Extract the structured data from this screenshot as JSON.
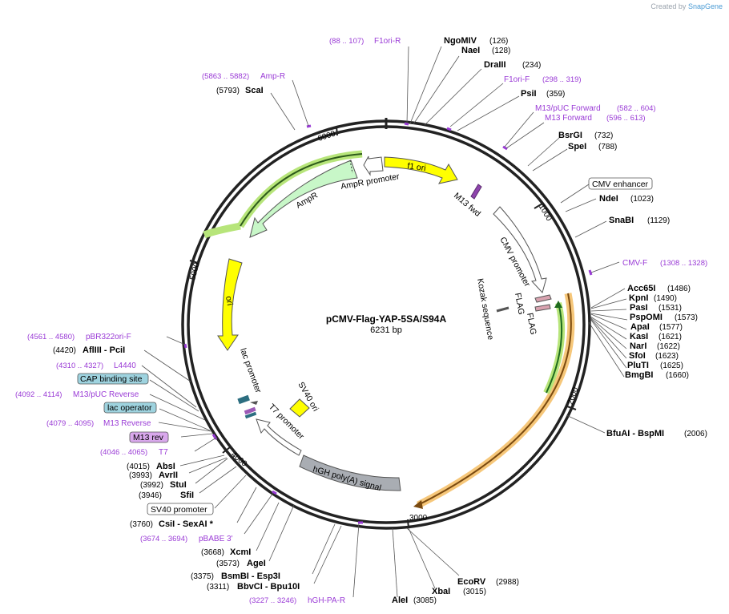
{
  "app": {
    "credit_prefix": "Created by",
    "credit_brand": "SnapGene"
  },
  "plasmid": {
    "name": "pCMV-Flag-YAP-5SA/S94A",
    "size_label": "6231 bp"
  },
  "ticks": [
    "1000",
    "2000",
    "3000",
    "4000",
    "5000",
    "6000"
  ],
  "features": {
    "f1_ori": "f1 ori",
    "m13_fwd": "M13 fwd",
    "cmv_promoter": "CMV promoter",
    "kozak": "Kozak sequence",
    "flag1": "FLAG",
    "flag2": "FLAG",
    "hgh": "hGH poly(A) signal",
    "sv40_ori": "SV40 ori",
    "t7_promoter": "T7 promoter",
    "lac_promoter": "lac promoter",
    "ori": "ori",
    "ampr": "AmpR",
    "ampr_promoter": "AmpR promoter"
  },
  "labels": {
    "f1ori_r": {
      "name": "F1ori-R",
      "range": "(88 .. 107)"
    },
    "ngomiv": {
      "name": "NgoMIV",
      "pos": "(126)"
    },
    "naei": {
      "name": "NaeI",
      "pos": "(128)"
    },
    "draiii": {
      "name": "DraIII",
      "pos": "(234)"
    },
    "f1ori_f": {
      "name": "F1ori-F",
      "range": "(298 .. 319)"
    },
    "psii": {
      "name": "PsiI",
      "pos": "(359)"
    },
    "m13puc_fwd": {
      "name": "M13/pUC Forward",
      "range": "(582 .. 604)"
    },
    "m13_forward": {
      "name": "M13 Forward",
      "range": "(596 .. 613)"
    },
    "bsrgi": {
      "name": "BsrGI",
      "pos": "(732)"
    },
    "spei": {
      "name": "SpeI",
      "pos": "(788)"
    },
    "cmv_enhancer": {
      "name": "CMV enhancer"
    },
    "ndei": {
      "name": "NdeI",
      "pos": "(1023)"
    },
    "snabi": {
      "name": "SnaBI",
      "pos": "(1129)"
    },
    "cmv_f": {
      "name": "CMV-F",
      "range": "(1308 .. 1328)"
    },
    "acc65i": {
      "name": "Acc65I",
      "pos": "(1486)"
    },
    "kpni": {
      "name": "KpnI",
      "pos": "(1490)"
    },
    "pasi": {
      "name": "PasI",
      "pos": "(1531)"
    },
    "pspomi": {
      "name": "PspOMI",
      "pos": "(1573)"
    },
    "apai": {
      "name": "ApaI",
      "pos": "(1577)"
    },
    "kasi": {
      "name": "KasI",
      "pos": "(1621)"
    },
    "nari": {
      "name": "NarI",
      "pos": "(1622)"
    },
    "sfoi": {
      "name": "SfoI",
      "pos": "(1623)"
    },
    "pluti": {
      "name": "PluTI",
      "pos": "(1625)"
    },
    "bmgbi": {
      "name": "BmgBI",
      "pos": "(1660)"
    },
    "bfuai": {
      "name": "BfuAI - BspMI",
      "pos": "(2006)"
    },
    "ecorv": {
      "name": "EcoRV",
      "pos": "(2988)"
    },
    "xbai": {
      "name": "XbaI",
      "pos": "(3015)"
    },
    "alei": {
      "name": "AleI",
      "pos": "(3085)"
    },
    "hgh_pa_r": {
      "name": "hGH-PA-R",
      "range": "(3227 .. 3246)"
    },
    "bbvci": {
      "name": "BbvCI - Bpu10I",
      "pos": "(3311)"
    },
    "bsmbi": {
      "name": "BsmBI - Esp3I",
      "pos": "(3375)"
    },
    "agei": {
      "name": "AgeI",
      "pos": "(3573)"
    },
    "xcmi": {
      "name": "XcmI",
      "pos": "(3668)"
    },
    "pbabe3": {
      "name": "pBABE 3'",
      "range": "(3674 .. 3694)"
    },
    "csii": {
      "name": "CsiI - SexAI *",
      "pos": "(3760)"
    },
    "sv40_promoter": {
      "name": "SV40 promoter"
    },
    "sfii": {
      "name": "SfiI",
      "pos": "(3946)"
    },
    "stui": {
      "name": "StuI",
      "pos": "(3992)"
    },
    "avrii": {
      "name": "AvrII",
      "pos": "(3993)"
    },
    "absi": {
      "name": "AbsI",
      "pos": "(4015)"
    },
    "t7": {
      "name": "T7",
      "range": "(4046 .. 4065)"
    },
    "m13rev": {
      "name": "M13 rev"
    },
    "m13_reverse": {
      "name": "M13 Reverse",
      "range": "(4079 .. 4095)"
    },
    "lac_operator": {
      "name": "lac operator"
    },
    "m13puc_rev": {
      "name": "M13/pUC Reverse",
      "range": "(4092 .. 4114)"
    },
    "cap_site": {
      "name": "CAP binding site"
    },
    "l4440": {
      "name": "L4440",
      "range": "(4310 .. 4327)"
    },
    "aflIII": {
      "name": "AflIII - PciI",
      "pos": "(4420)"
    },
    "pbr322": {
      "name": "pBR322ori-F",
      "range": "(4561 .. 4580)"
    },
    "scai": {
      "name": "ScaI",
      "pos": "(5793)"
    },
    "amp_r": {
      "name": "Amp-R",
      "range": "(5863 .. 5882)"
    }
  },
  "colors": {
    "backbone": "#222222",
    "yellow": "#ffff00",
    "green_arrow": "#c8f7c8",
    "orange_glow": "#f5c16c",
    "green_glow": "#b7e57a",
    "primer": "#9a3bd6",
    "cap_fill": "#9ed3df",
    "m13rev_fill": "#d9a8ec",
    "hgh_fill": "#a9adb3"
  }
}
